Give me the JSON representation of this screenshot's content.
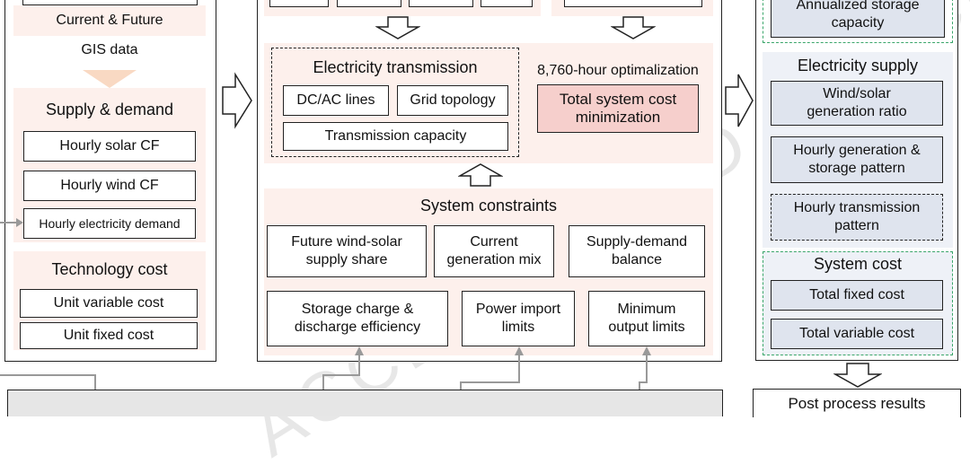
{
  "left": {
    "current_future": "Current & Future",
    "gis_data": "GIS data",
    "supply_demand": {
      "title": "Supply & demand",
      "items": [
        "Hourly solar CF",
        "Hourly wind CF",
        "Hourly electricity demand"
      ]
    },
    "tech_cost": {
      "title": "Technology cost",
      "items": [
        "Unit variable cost",
        "Unit fixed cost"
      ]
    }
  },
  "middle": {
    "transmission": {
      "title": "Electricity transmission",
      "dc_ac": "DC/AC lines",
      "grid": "Grid topology",
      "capacity": "Transmission capacity"
    },
    "optimization": {
      "title": "8,760-hour optimalization",
      "objective": "Total system cost minimization"
    },
    "constraints": {
      "title": "System constraints",
      "row1": [
        "Future wind-solar supply share",
        "Current generation mix",
        "Supply-demand balance"
      ],
      "row2": [
        "Storage charge & discharge efficiency",
        "Power import limits",
        "Minimum output limits"
      ]
    }
  },
  "right": {
    "storage_capacity": "Annualized storage capacity",
    "supply": {
      "title": "Electricity supply",
      "items": [
        "Wind/solar generation ratio",
        "Hourly generation & storage pattern",
        "Hourly transmission pattern"
      ]
    },
    "cost": {
      "title": "System cost",
      "items": [
        "Total fixed cost",
        "Total variable cost"
      ]
    },
    "post_process": "Post process results"
  },
  "watermark": "ACCELERATED ARTICLE",
  "colors": {
    "pink_panel": "#fdf0ec",
    "red_box": "#f6cfcc",
    "blue_box": "#dfe4ee",
    "green_border": "#3aa66a"
  }
}
